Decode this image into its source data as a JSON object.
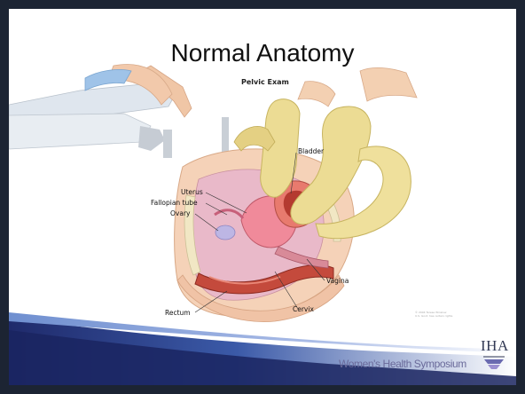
{
  "slide": {
    "title": "Normal Anatomy",
    "figure_caption": "Pelvic Exam",
    "labels": {
      "bladder": "Bladder",
      "uterus": "Uterus",
      "fallopian_tube": "Fallopian tube",
      "ovary": "Ovary",
      "vagina": "Vagina",
      "rectum": "Rectum",
      "cervix": "Cervix"
    },
    "copyright_lines": [
      "© 2004 Terese Winslow",
      "U.S. Govt. has certain rights"
    ]
  },
  "footer": {
    "brand": "Women's Health Symposium",
    "logo_text": "IHA"
  },
  "colors": {
    "frame": "#1c2433",
    "band_dark": "#1f2a6b",
    "band_mid": "#3b5aa8",
    "glove": "#ecdc94",
    "skin": "#f1c7a8",
    "uterus": "#f08a9a",
    "brand_text": "#6a6a9a"
  }
}
